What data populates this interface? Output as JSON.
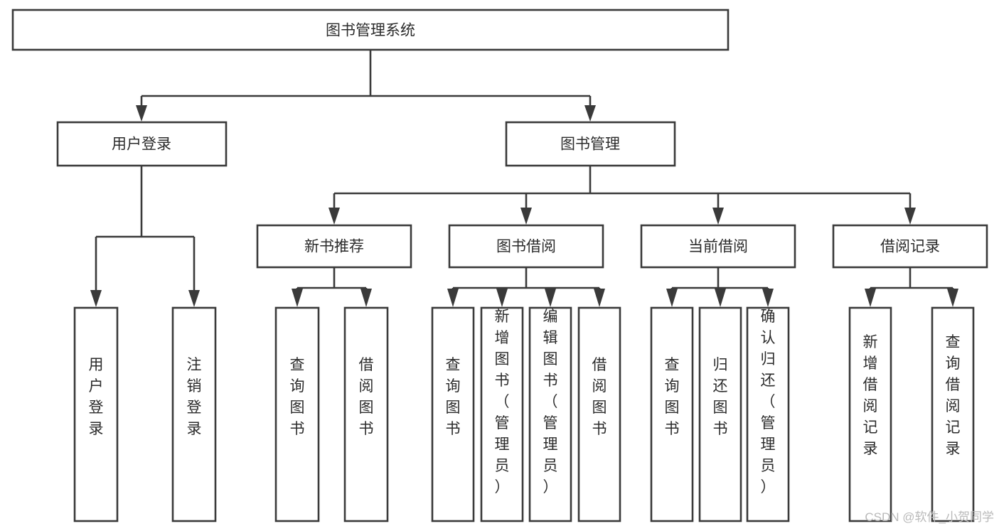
{
  "diagram": {
    "type": "tree-hierarchy",
    "orientation": "top-down",
    "title": "图书管理系统",
    "colors": {
      "stroke": "#3a3a3a",
      "box_fill": "#ffffff",
      "text": "#2b2b2b",
      "background": "#ffffff",
      "watermark": "#b9b9b9"
    },
    "root": {
      "label": "图书管理系统"
    },
    "level2": [
      {
        "label": "用户登录"
      },
      {
        "label": "图书管理"
      }
    ],
    "level3": [
      {
        "label": "新书推荐"
      },
      {
        "label": "图书借阅"
      },
      {
        "label": "当前借阅"
      },
      {
        "label": "借阅记录"
      }
    ],
    "leaves": {
      "user_login": [
        {
          "label": "用户登录"
        },
        {
          "label": "注销登录"
        }
      ],
      "new_book_recommend": [
        {
          "label": "查询图书"
        },
        {
          "label": "借阅图书"
        }
      ],
      "book_borrow": [
        {
          "label": "查询图书"
        },
        {
          "label": "新增图书（管理员）"
        },
        {
          "label": "编辑图书（管理员）"
        },
        {
          "label": "借阅图书"
        }
      ],
      "current_borrow": [
        {
          "label": "查询图书"
        },
        {
          "label": "归还图书"
        },
        {
          "label": "确认归还（管理员）"
        }
      ],
      "borrow_record": [
        {
          "label": "新增借阅记录"
        },
        {
          "label": "查询借阅记录"
        }
      ]
    }
  },
  "watermark": {
    "text": "CSDN @软件_小贺同学"
  }
}
